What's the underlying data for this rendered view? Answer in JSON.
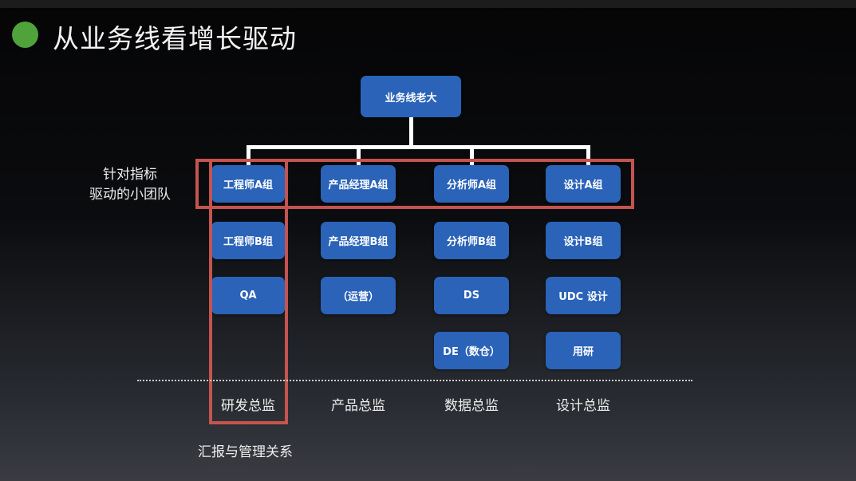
{
  "title": "从业务线看增长驱动",
  "colors": {
    "accent_dot": "#4fa33a",
    "box": "#2a63b8",
    "highlight": "#c4544f"
  },
  "root": "业务线老大",
  "left_label": [
    "针对指标",
    "驱动的小团队"
  ],
  "columns": [
    {
      "boxes": [
        "工程师A组",
        "工程师B组",
        "QA"
      ],
      "director": "研发总监"
    },
    {
      "boxes": [
        "产品经理A组",
        "产品经理B组",
        "（运营）"
      ],
      "director": "产品总监"
    },
    {
      "boxes": [
        "分析师A组",
        "分析师B组",
        "DS",
        "DE（数仓）"
      ],
      "director": "数据总监"
    },
    {
      "boxes": [
        "设计A组",
        "设计B组",
        "UDC 设计",
        "用研"
      ],
      "director": "设计总监"
    }
  ],
  "bottom_label": "汇报与管理关系"
}
